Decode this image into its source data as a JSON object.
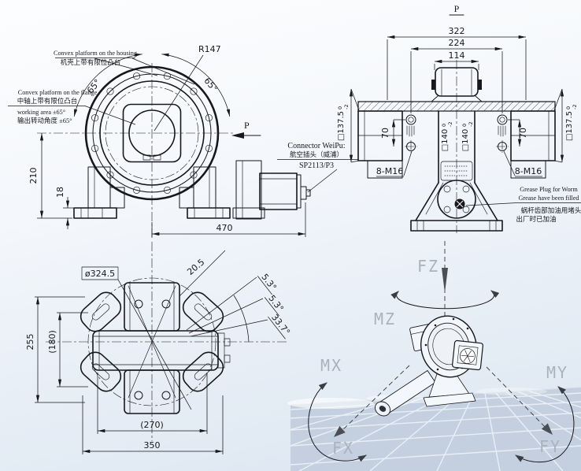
{
  "colors": {
    "line": "#17171c",
    "axis_label": "#a9b3bd",
    "panel": "#c4d0df",
    "panel_line": "#e9eff6",
    "force_arrow": "#4a4e55"
  },
  "front_view": {
    "note_housing_en": "Convex platform on the housing",
    "note_housing_zh": "机壳上带有限位凸台",
    "note_flange_en": "Convex platform on the flange",
    "note_flange_zh": "中轴上带有限位凸台",
    "note_working_en": "working area ±65°",
    "note_working_zh": "输出转动角度 ±65°",
    "radius": "R147",
    "angle_left": "65°",
    "angle_right": "65°",
    "view_arrow": "P",
    "dim_height": "210",
    "dim_foot": "18",
    "dim_length": "470"
  },
  "connector_note": {
    "line1": "Connector WeiPu:",
    "line2": "航空插头（威浦）",
    "line3": "SP2113/P3"
  },
  "side_view": {
    "view_label": "P",
    "dim_322": "322",
    "dim_224": "224",
    "dim_114": "114",
    "dim_70_left": "70",
    "dim_70_right": "70",
    "bolts_left": "8-M16",
    "bolts_right": "8-M16",
    "sq137_left": {
      "value": "□137.5",
      "upper": "0",
      "lower": "-2"
    },
    "sq137_right": {
      "value": "□137.5",
      "upper": "0",
      "lower": "-2"
    },
    "sq140_left": {
      "value": "□140",
      "upper": "0",
      "lower": "-2"
    },
    "sq140_right": {
      "value": "□140",
      "upper": "0",
      "lower": "-2"
    },
    "grease_note": {
      "line1": "Grease Plug for Worm",
      "line2": "Grease have been filled",
      "line3": "蜗杆齿部加油用堵头",
      "line4": "出厂时已加油"
    }
  },
  "top_view": {
    "dim_diameter": "ø324.5",
    "dim_255": "255",
    "dim_180": "(180)",
    "dim_270": "(270)",
    "dim_350": "350",
    "dim_offset": "20.5",
    "angle_1": "5.3°",
    "angle_2": "5.3°",
    "angle_3": "33.7°"
  },
  "load_diagram": {
    "fz": "FZ",
    "mz": "MZ",
    "mx": "MX",
    "my": "MY",
    "fx": "FX",
    "fy": "FY"
  }
}
